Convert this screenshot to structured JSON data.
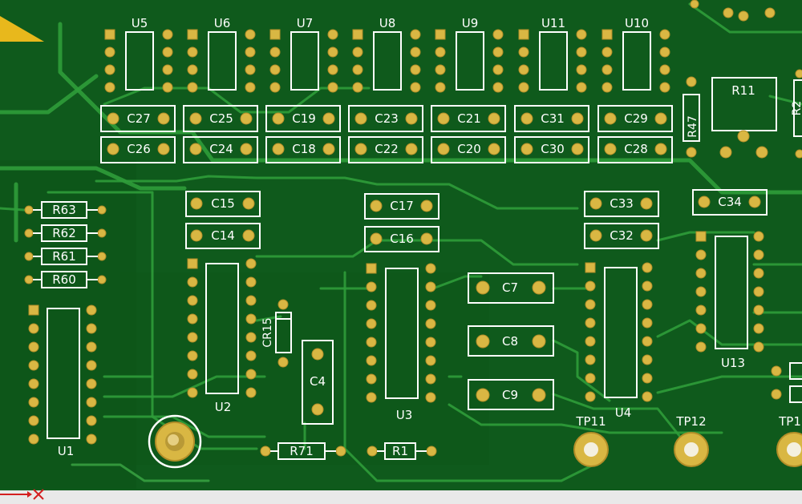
{
  "board": {
    "bg_color": "#0f5a1c",
    "silk_color": "#ffffff",
    "pad_color": "#d9b743",
    "trace_color": "#2f9c3a"
  },
  "ic_top": [
    "U5",
    "U6",
    "U7",
    "U8",
    "U9",
    "U11",
    "U10"
  ],
  "caps_top_row1": [
    "C27",
    "C25",
    "C19",
    "C23",
    "C21",
    "C31",
    "C29"
  ],
  "caps_top_row2": [
    "C26",
    "C24",
    "C18",
    "C22",
    "C20",
    "C30",
    "C28"
  ],
  "resistors_left": [
    "R63",
    "R62",
    "R61",
    "R60"
  ],
  "labels": {
    "r47": "R47",
    "r11": "R11",
    "r_edge": "R2",
    "c15": "C15",
    "c14": "C14",
    "c17": "C17",
    "c16": "C16",
    "c33": "C33",
    "c32": "C32",
    "c34": "C34",
    "cr15": "CR15",
    "c4": "C4",
    "c7": "C7",
    "c8": "C8",
    "c9": "C9",
    "u1": "U1",
    "u2": "U2",
    "u3": "U3",
    "u4": "U4",
    "u13": "U13",
    "r71": "R71",
    "r1": "R1",
    "tp11": "TP11",
    "tp12": "TP12",
    "tp_edge": "TP1"
  },
  "icons": {
    "corner_marker": "corner-arrow-icon"
  }
}
